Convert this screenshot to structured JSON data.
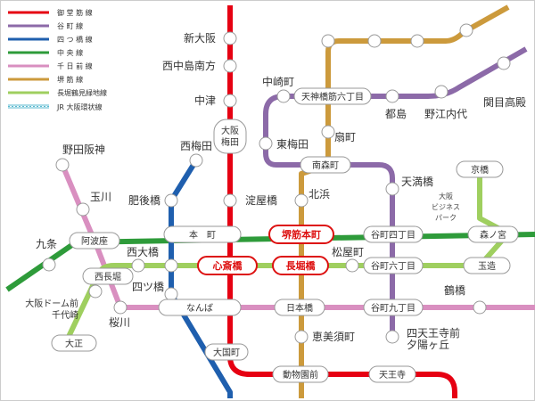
{
  "colors": {
    "midosuji": "#e60012",
    "tanimachi": "#8c6aa8",
    "yotsubashi": "#1f5fae",
    "chuo": "#2e9b3a",
    "sennichimae": "#d98fc0",
    "sakaisuji": "#cc9a3c",
    "nagahori": "#9fcf5f",
    "jr_loop": "#58b9cf"
  },
  "legend": [
    {
      "key": "midosuji",
      "label": "御 堂 筋 線"
    },
    {
      "key": "tanimachi",
      "label": "谷 町 線"
    },
    {
      "key": "yotsubashi",
      "label": "四 つ 橋 線"
    },
    {
      "key": "chuo",
      "label": "中 央 線"
    },
    {
      "key": "sennichimae",
      "label": "千 日 前 線"
    },
    {
      "key": "sakaisuji",
      "label": "堺 筋 線"
    },
    {
      "key": "nagahori",
      "label": "長堀鶴見緑地線"
    },
    {
      "key": "jr_loop",
      "label": "JR 大阪環状線"
    }
  ],
  "stations": {
    "shin_osaka": "新大阪",
    "nishinakajima": "西中島南方",
    "nakatsu": "中津",
    "umeda_1": "大阪",
    "umeda_2": "梅田",
    "nishiumeda": "西梅田",
    "higashiumeda": "東梅田",
    "nakazakicho": "中崎町",
    "tenjinbashi": "天神橋筋六丁目",
    "ogimachi": "扇町",
    "toshima": "都島",
    "noe": "野江内代",
    "sekime": "関目高殿",
    "minamimorimachi": "南森町",
    "kitahama": "北浜",
    "temmabashi": "天満橋",
    "kyobashi": "京橋",
    "obp_1": "大阪",
    "obp_2": "ビジネス",
    "obp_3": "パーク",
    "morinomiya": "森ノ宮",
    "tamatsukuri": "玉造",
    "nodahanshin": "野田阪神",
    "tamagawa": "玉川",
    "higobashi": "肥後橋",
    "yodoyabashi": "淀屋橋",
    "kujo": "九条",
    "awaza": "阿波座",
    "hommachi": "本　町",
    "sakaisuji_hommachi": "堺筋本町",
    "tanimachi4": "谷町四丁目",
    "nishiohashi": "西大橋",
    "nishinagahori": "西長堀",
    "shinsaibashi": "心斎橋",
    "nagahoribashi": "長堀橋",
    "matsuyamachi": "松屋町",
    "tanimachi6": "谷町六丁目",
    "yotsubashi": "四ツ橋",
    "sakuragawa": "桜川",
    "dome_1": "大阪ドーム前",
    "dome_2": "千代崎",
    "taisho": "大正",
    "namba": "なんば",
    "nipponbashi": "日本橋",
    "tanimachi9": "谷町九丁目",
    "tsuruhashi": "鶴橋",
    "ebisucho": "恵美須町",
    "shitennoji_1": "四天王寺前",
    "shitennoji_2": "夕陽ヶ丘",
    "daikokucho": "大国町",
    "dobutsuen": "動物園前",
    "tennoji": "天王寺"
  }
}
